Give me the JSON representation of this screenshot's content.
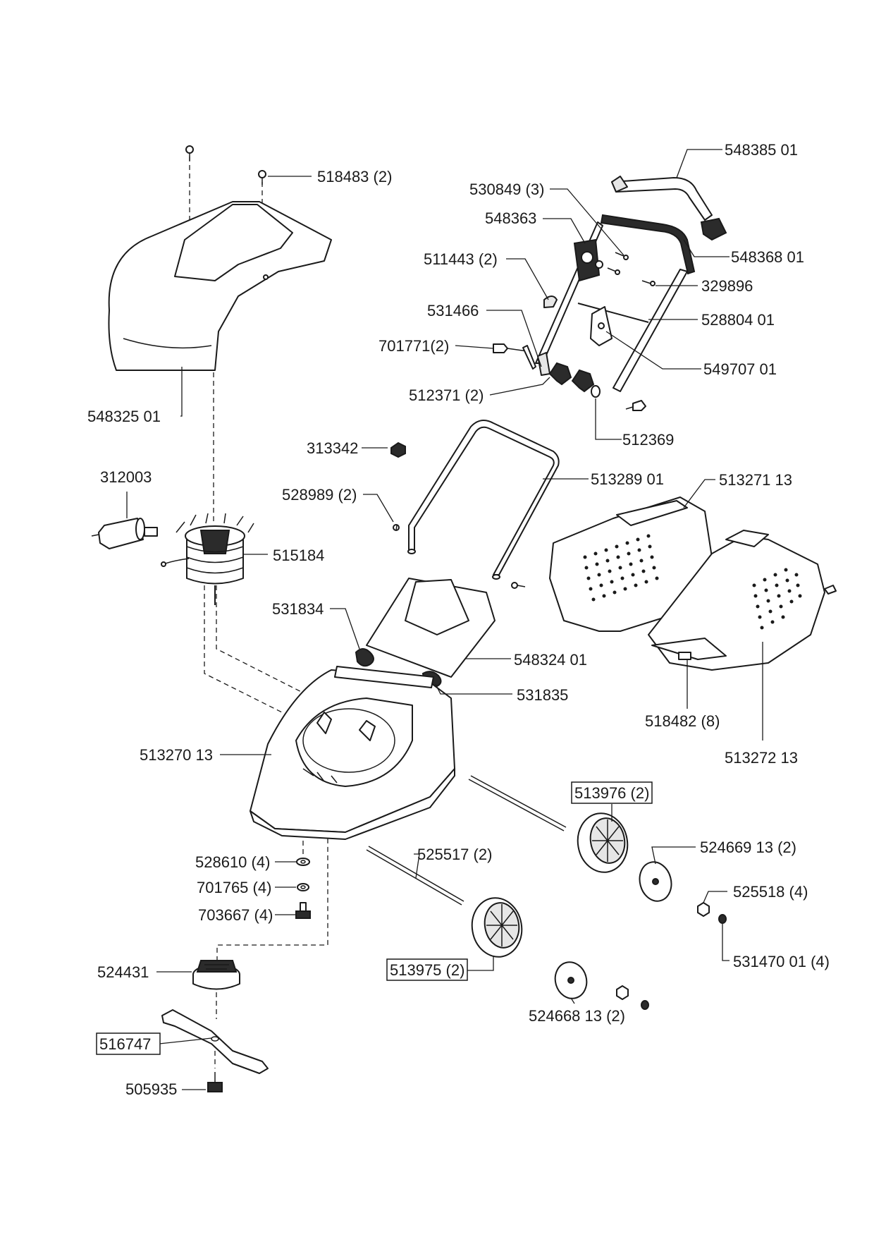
{
  "parts": {
    "p548385_01": "548385 01",
    "p518483": "518483 (2)",
    "p530849": "530849 (3)",
    "p548363": "548363",
    "p548368_01": "548368 01",
    "p511443": "511443 (2)",
    "p329896": "329896",
    "p531466": "531466",
    "p528804_01": "528804 01",
    "p701771": "701771(2)",
    "p549707_01": "549707 01",
    "p512371": "512371 (2)",
    "p548325_01": "548325 01",
    "p512369": "512369",
    "p313342": "313342",
    "p312003": "312003",
    "p513289_01": "513289 01",
    "p513271_13": "513271 13",
    "p528989": "528989 (2)",
    "p515184": "515184",
    "p531834": "531834",
    "p548324_01": "548324 01",
    "p531835": "531835",
    "p518482": "518482 (8)",
    "p513270_13": "513270 13",
    "p513272_13": "513272 13",
    "p513976": "513976 (2)",
    "p524669_13": "524669 13 (2)",
    "p525517": "525517 (2)",
    "p528610": "528610 (4)",
    "p525518": "525518 (4)",
    "p701765": "701765 (4)",
    "p703667": "703667 (4)",
    "p531470_01": "531470 01 (4)",
    "p524431": "524431",
    "p513975": "513975 (2)",
    "p524668_13": "524668 13 (2)",
    "p516747": "516747",
    "p505935": "505935"
  }
}
